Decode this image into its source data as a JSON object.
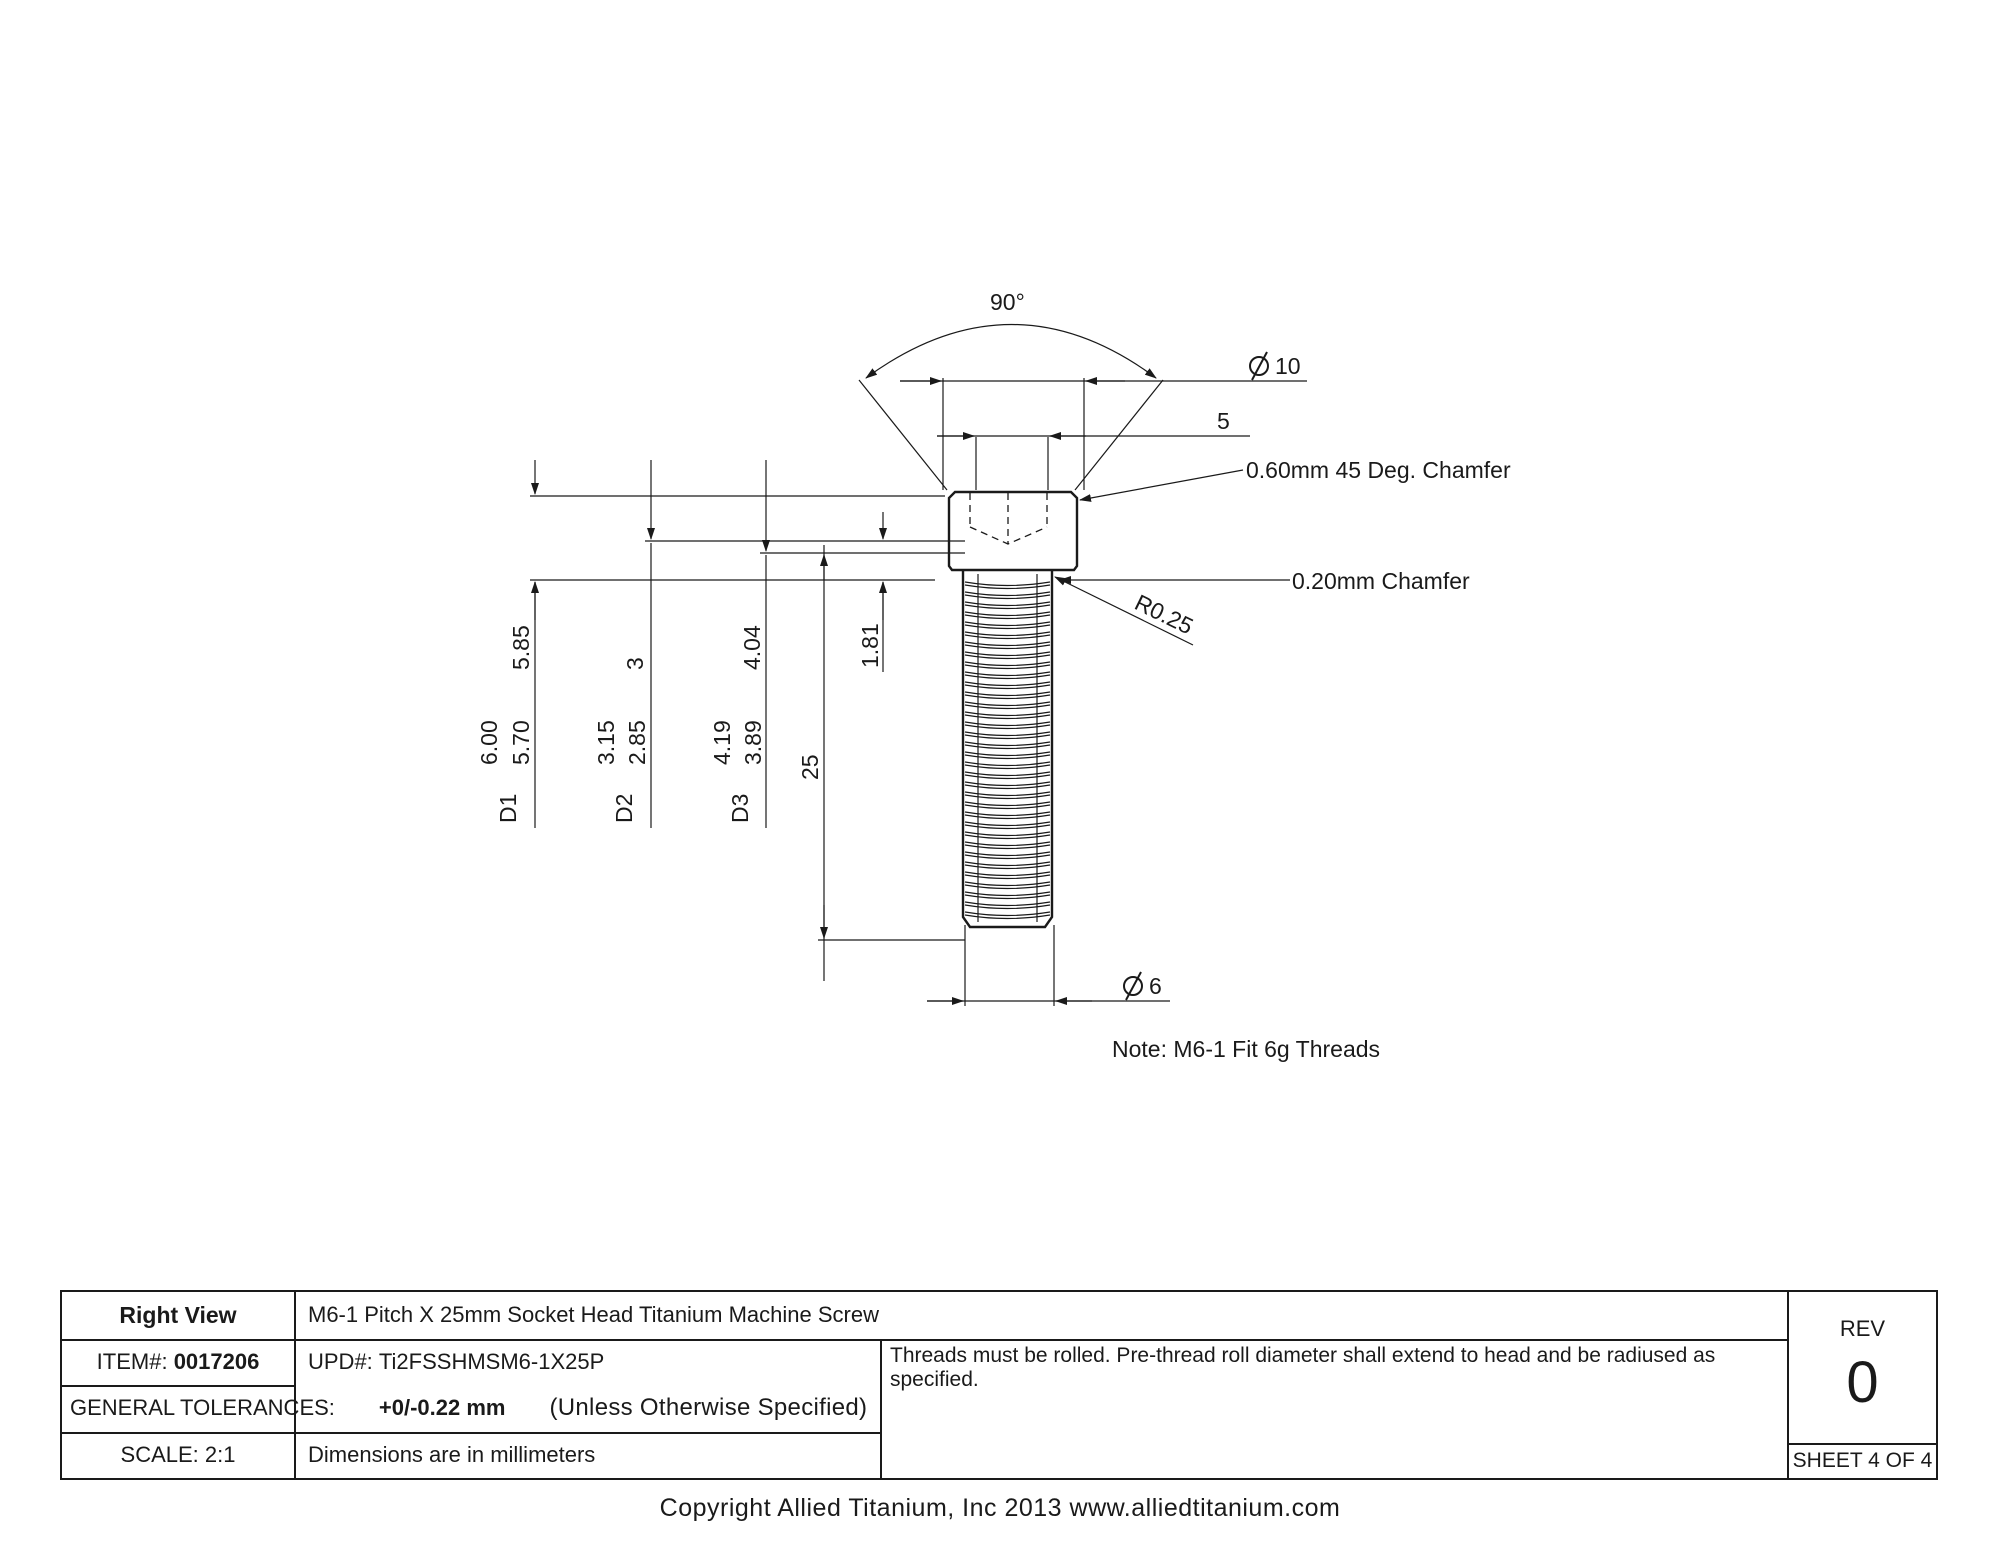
{
  "drawing": {
    "angle_label": "90°",
    "head_diameter_value": "10",
    "socket_width": "5",
    "head_chamfer_note": "0.60mm 45 Deg. Chamfer",
    "shank_chamfer_note": "0.20mm Chamfer",
    "fillet_radius": "R0.25",
    "dim_head_height": "5.85",
    "dim_socket_depth": "3",
    "dim_4_04": "4.04",
    "dim_1_81": "1.81",
    "dim_length": "25",
    "d1_label": "D1",
    "d1_max": "6.00",
    "d1_min": "5.70",
    "d2_label": "D2",
    "d2_max": "3.15",
    "d2_min": "2.85",
    "d3_label": "D3",
    "d3_max": "4.19",
    "d3_min": "3.89",
    "thread_diameter_value": "6",
    "note": "Note: M6-1 Fit 6g Threads"
  },
  "title_block": {
    "view_name": "Right View",
    "part_title": "M6-1 Pitch X 25mm Socket Head Titanium Machine Screw",
    "item_label": "ITEM#:",
    "item_number": "0017206",
    "upd_label": "UPD#:",
    "upd_number": "Ti2FSSHMSM6-1X25P",
    "tolerance_label": "GENERAL TOLERANCES:",
    "tolerance_value": "+0/-0.22 mm",
    "tolerance_note": "(Unless Otherwise Specified)",
    "scale": "SCALE: 2:1",
    "units_note": "Dimensions are in millimeters",
    "thread_note": "Threads must be rolled. Pre-thread roll diameter shall extend to head and be radiused as specified.",
    "rev_label": "REV",
    "rev_value": "0",
    "sheet": "SHEET 4 OF 4"
  },
  "copyright": "Copyright Allied Titanium, Inc 2013 www.alliedtitanium.com"
}
